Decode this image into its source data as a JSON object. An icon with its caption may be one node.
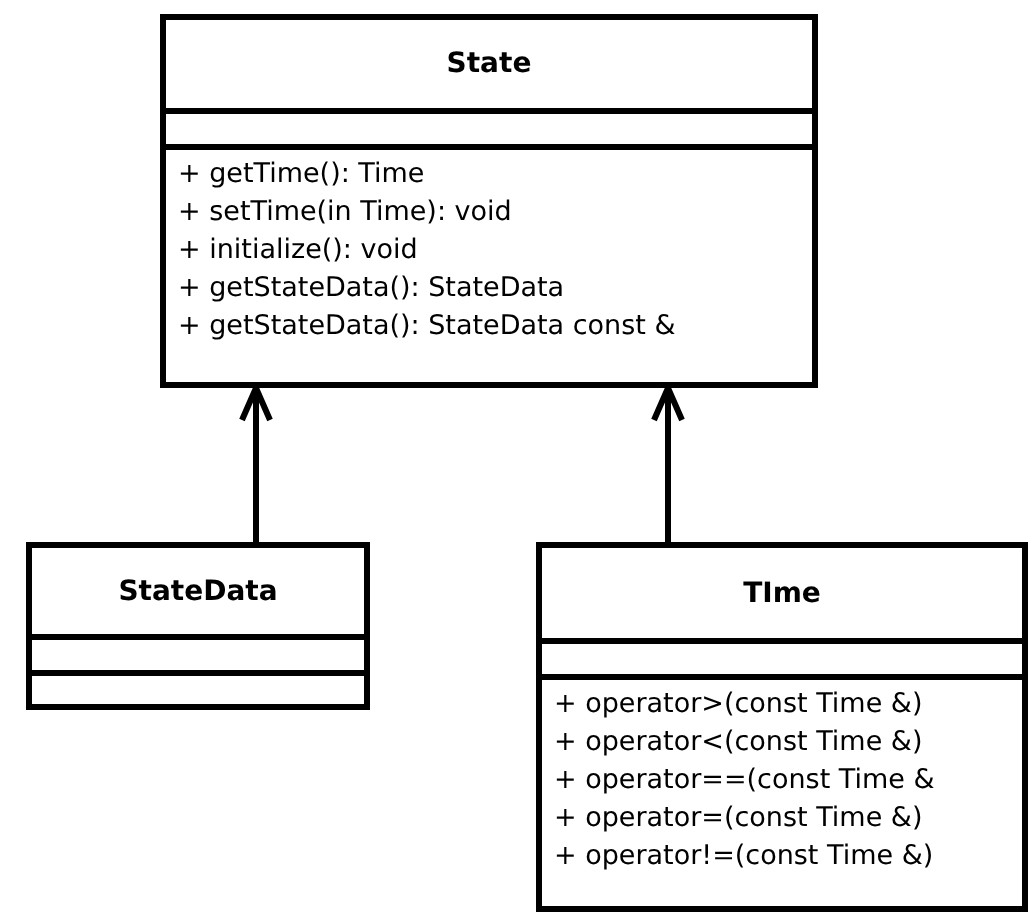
{
  "diagram": {
    "nodes": [
      {
        "text": [
          "State",
          "+ getTime(): Time",
          "+ setTime(in Time): void",
          "+ initialize(): void",
          "+ getStateData(): StateData",
          "+ getStateData(): StateData const &"
        ]
      },
      {
        "text": [
          "StateData"
        ]
      },
      {
        "text": [
          "TIme",
          "+ operator>(const Time &)",
          "+ operator<(const Time &)",
          "+ operator==(const Time &",
          "+ operator=(const Time &)",
          "+ operator!=(const Time &)"
        ]
      }
    ],
    "edges": [
      {
        "from": 1,
        "to": 0,
        "arrow": "to"
      },
      {
        "from": 2,
        "to": 0,
        "arrow": "to"
      }
    ]
  }
}
